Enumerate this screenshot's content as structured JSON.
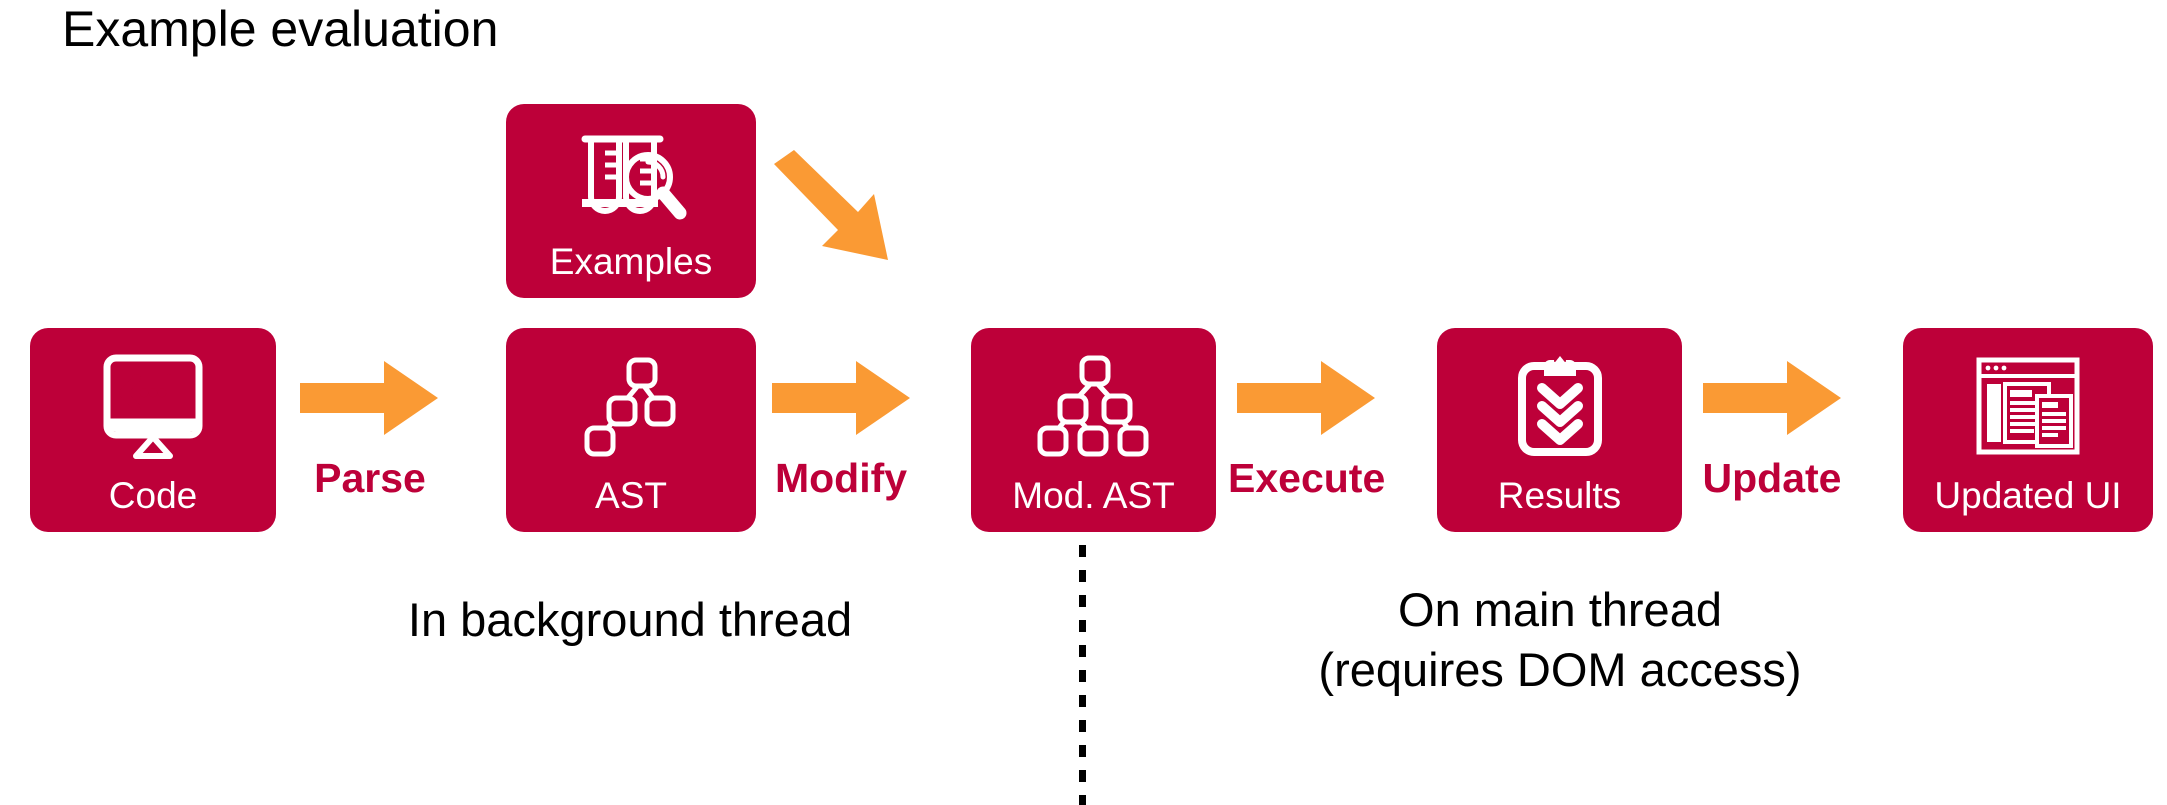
{
  "title": "Example evaluation",
  "colors": {
    "card_crimson": "#BD0039",
    "arrow_orange": "#FA9A34",
    "label_crimson": "#BD0039",
    "text_black": "#000000",
    "background": "#FFFFFF"
  },
  "cards": [
    {
      "id": "code",
      "label": "Code",
      "icon": "monitor-code-icon"
    },
    {
      "id": "examples",
      "label": "Examples",
      "icon": "test-tubes-magnifier-icon"
    },
    {
      "id": "ast",
      "label": "AST",
      "icon": "tree-small-icon"
    },
    {
      "id": "mod_ast",
      "label": "Mod. AST",
      "icon": "tree-large-icon"
    },
    {
      "id": "results",
      "label": "Results",
      "icon": "clipboard-checks-icon"
    },
    {
      "id": "updated_ui",
      "label": "Updated UI",
      "icon": "browser-window-icon"
    }
  ],
  "arrows": [
    {
      "id": "parse",
      "label": "Parse",
      "direction": "right"
    },
    {
      "id": "modify",
      "label": "Modify",
      "direction": "right"
    },
    {
      "id": "execute",
      "label": "Execute",
      "direction": "right"
    },
    {
      "id": "update",
      "label": "Update",
      "direction": "right"
    },
    {
      "id": "diagonal",
      "label": "",
      "direction": "down-right"
    }
  ],
  "captions": {
    "background_thread": "In background thread",
    "main_thread_line1": "On main thread",
    "main_thread_line2": "(requires DOM access)"
  },
  "divider": {
    "style": "dotted-vertical"
  }
}
